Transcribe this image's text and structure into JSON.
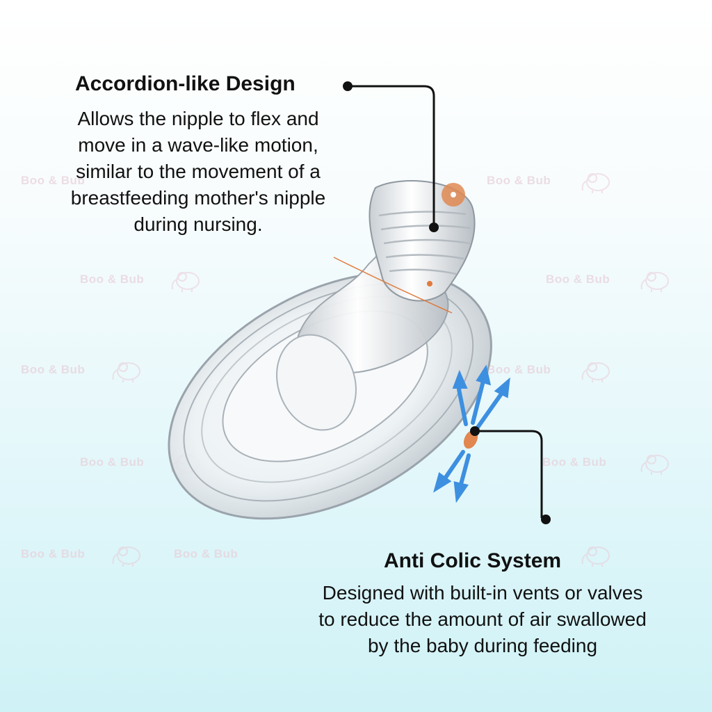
{
  "watermark": {
    "text": "Boo & Bub",
    "colors": {
      "text": "#e8d2dc"
    }
  },
  "callouts": [
    {
      "id": "accordion",
      "title": "Accordion-like Design",
      "lines": [
        "Allows the nipple to flex and",
        "move in a wave-like motion,",
        "similar to the movement of a",
        "breastfeeding mother's nipple",
        "during nursing."
      ]
    },
    {
      "id": "anti-colic",
      "title": "Anti Colic System",
      "lines": [
        "Designed with built-in vents or valves",
        "to reduce the amount of air swallowed",
        "by the baby during feeding"
      ]
    }
  ],
  "colors": {
    "accent_orange": "#e07a3c",
    "arrow_blue": "#3d8fe0",
    "text": "#111111"
  },
  "icons": [
    "elephant-logo-icon",
    "airflow-arrows-icon",
    "vent-marker-icon"
  ]
}
